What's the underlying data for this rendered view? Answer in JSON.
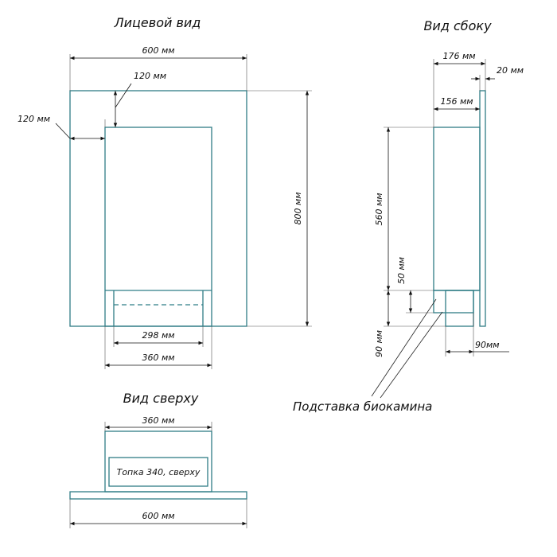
{
  "views": {
    "front_title": "Лицевой вид",
    "side_title": "Вид сбоку",
    "top_title": "Вид сверху"
  },
  "front": {
    "width_600": "600 мм",
    "top_120": "120 мм",
    "left_120": "120 мм",
    "height_800": "800 мм",
    "inner_298": "298 мм",
    "inner_360": "360 мм"
  },
  "side": {
    "depth_176": "176 мм",
    "panel_20": "20 мм",
    "depth_156": "156 мм",
    "height_560": "560 мм",
    "height_50": "50 мм",
    "height_90": "90 мм",
    "stand_90": "90мм",
    "stand_note": "Подставка биокамина"
  },
  "top": {
    "width_360": "360 мм",
    "firebox_note": "Топка 340, сверху",
    "width_600": "600 мм"
  },
  "colors": {
    "outline": "#2f7d86",
    "dimension": "#111111"
  }
}
